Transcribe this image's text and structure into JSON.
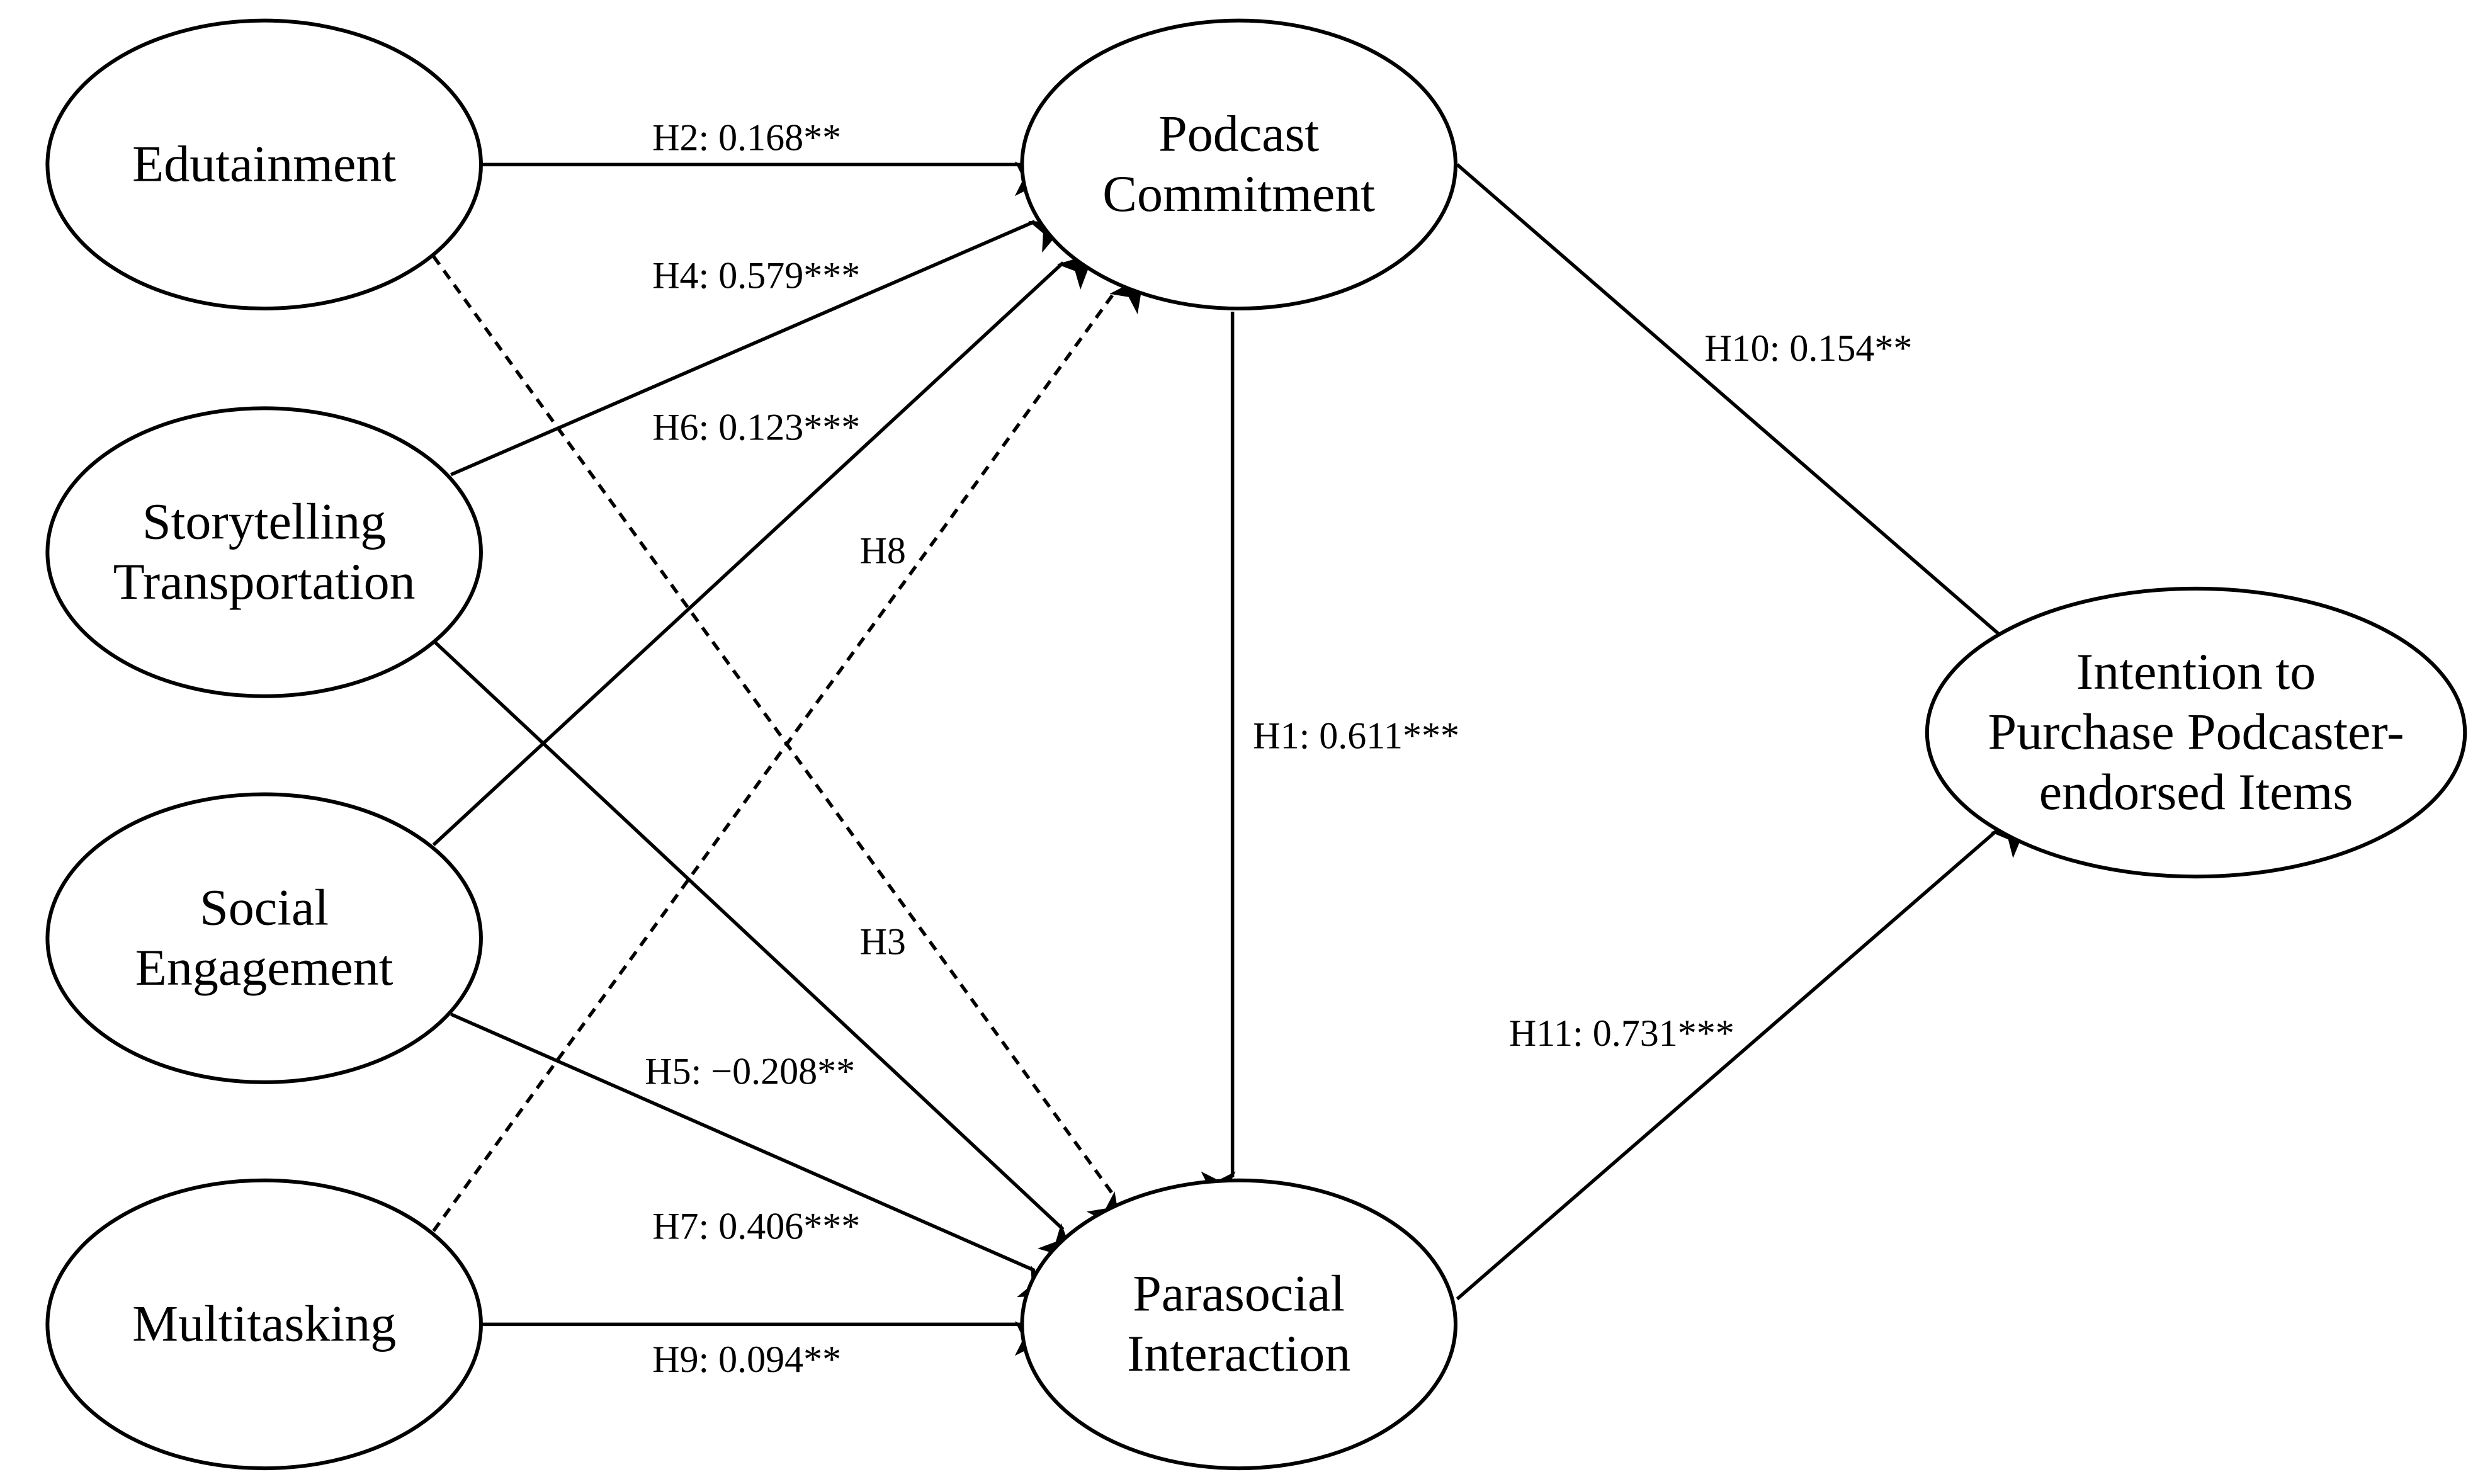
{
  "diagram": {
    "nodes": [
      {
        "id": "edutainment",
        "lines": [
          "Edutainment"
        ]
      },
      {
        "id": "storytelling",
        "lines": [
          "Storytelling",
          "Transportation"
        ]
      },
      {
        "id": "social",
        "lines": [
          "Social",
          "Engagement"
        ]
      },
      {
        "id": "multitasking",
        "lines": [
          "Multitasking"
        ]
      },
      {
        "id": "commitment",
        "lines": [
          "Podcast",
          "Commitment"
        ]
      },
      {
        "id": "parasocial",
        "lines": [
          "Parasocial",
          "Interaction"
        ]
      },
      {
        "id": "intention",
        "lines": [
          "Intention to",
          "Purchase Podcaster-",
          "endorsed Items"
        ]
      }
    ],
    "edges": [
      {
        "id": "h2",
        "from": "edutainment",
        "to": "commitment",
        "label": "H2: 0.168**",
        "style": "solid"
      },
      {
        "id": "h4",
        "from": "storytelling",
        "to": "commitment",
        "label": "H4: 0.579***",
        "style": "solid"
      },
      {
        "id": "h6",
        "from": "social",
        "to": "commitment",
        "label": "H6: 0.123***",
        "style": "solid"
      },
      {
        "id": "h8",
        "from": "multitasking",
        "to": "commitment",
        "label": "H8",
        "style": "dashed"
      },
      {
        "id": "h3",
        "from": "edutainment",
        "to": "parasocial",
        "label": "H3",
        "style": "dashed"
      },
      {
        "id": "h5",
        "from": "storytelling",
        "to": "parasocial",
        "label": "H5: −0.208**",
        "style": "solid"
      },
      {
        "id": "h7",
        "from": "social",
        "to": "parasocial",
        "label": "H7: 0.406***",
        "style": "solid"
      },
      {
        "id": "h9",
        "from": "multitasking",
        "to": "parasocial",
        "label": "H9: 0.094**",
        "style": "solid"
      },
      {
        "id": "h1",
        "from": "commitment",
        "to": "parasocial",
        "label": "H1: 0.611***",
        "style": "solid"
      },
      {
        "id": "h10",
        "from": "commitment",
        "to": "intention",
        "label": "H10: 0.154**",
        "style": "solid"
      },
      {
        "id": "h11",
        "from": "parasocial",
        "to": "intention",
        "label": "H11: 0.731***",
        "style": "solid"
      }
    ]
  }
}
